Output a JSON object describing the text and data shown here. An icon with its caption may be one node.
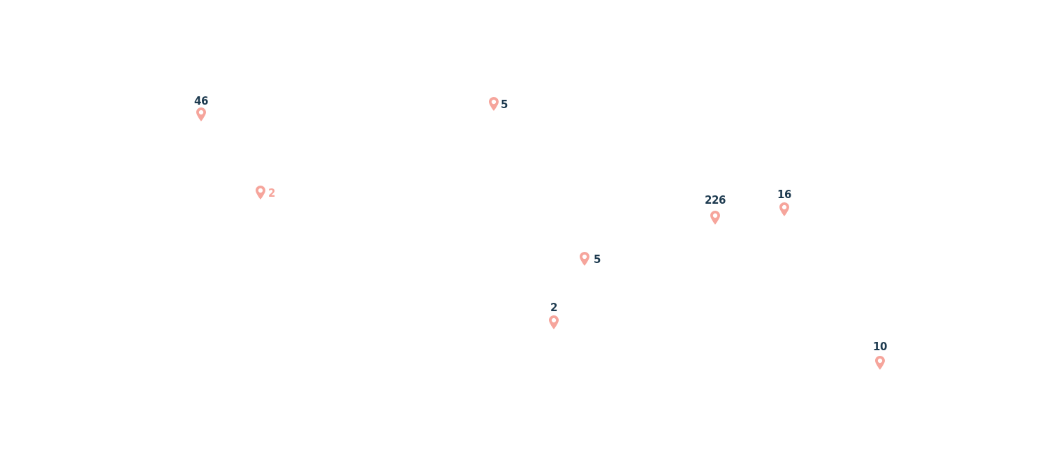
{
  "diagram": {
    "labels": [
      "46",
      "5",
      "2",
      "16",
      "226",
      "5",
      "2",
      "10"
    ]
  }
}
